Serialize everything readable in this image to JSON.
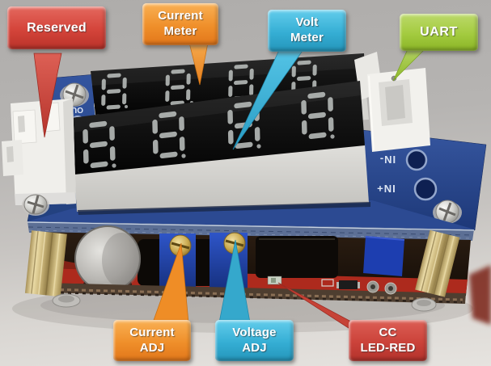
{
  "callouts": {
    "reserved": {
      "label": "Reserved",
      "fill": "#d4443a",
      "text_color": "#ffffff"
    },
    "current_meter": {
      "lines": [
        "Current",
        "Meter"
      ],
      "fill": "#ef8f2a",
      "text_color": "#ffffff"
    },
    "volt_meter": {
      "lines": [
        "Volt",
        "Meter"
      ],
      "fill": "#35aed4",
      "text_color": "#ffffff"
    },
    "uart": {
      "label": "UART",
      "fill": "#a3cb3f",
      "text_color": "#ffffff"
    },
    "current_adj": {
      "lines": [
        "Current",
        "ADJ"
      ],
      "fill": "#ef8f2a",
      "text_color": "#ffffff"
    },
    "voltage_adj": {
      "lines": [
        "Voltage",
        "ADJ"
      ],
      "fill": "#35aed4",
      "text_color": "#ffffff"
    },
    "cc_led_red": {
      "lines": [
        "CC",
        "LED-RED"
      ],
      "fill": "#cb423a",
      "text_color": "#ffffff"
    }
  },
  "board": {
    "silkscreen": {
      "out_minus": "OUT-",
      "in_minus": "IN-",
      "in_plus": "IN+"
    },
    "displays": [
      {
        "position": "upper",
        "digits": "8888",
        "lit": false
      },
      {
        "position": "lower",
        "digits": "8888",
        "lit": false
      }
    ],
    "colors": {
      "top_pcb": "#2f4f9e",
      "bottom_pcb": "#ad2a1d",
      "display_face": "#111111",
      "segment_off": "#b6bab8",
      "standoff_brass": "#c9b26d"
    }
  }
}
